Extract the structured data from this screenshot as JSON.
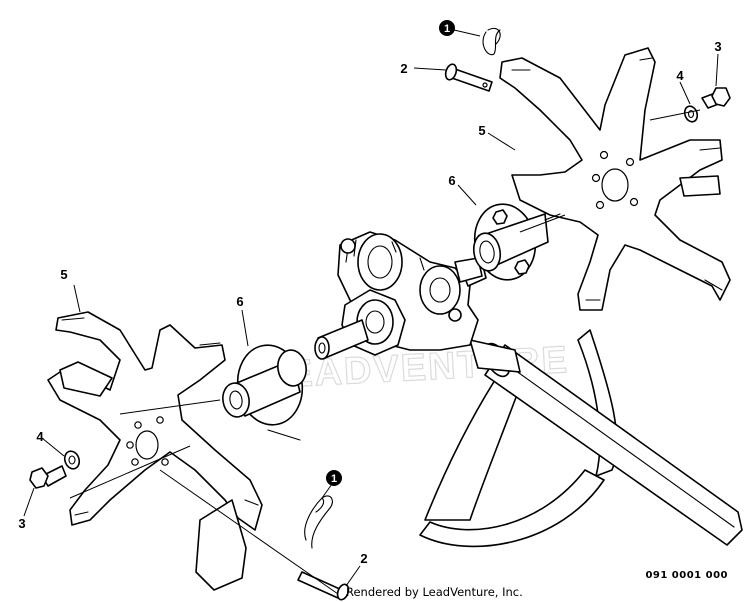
{
  "diagram": {
    "callouts": {
      "pin_top": "1",
      "pin_bottom": "1",
      "clevis_top": "2",
      "clevis_bottom": "2",
      "bolt_top": "3",
      "bolt_bottom": "3",
      "washer_top": "4",
      "washer_bottom": "4",
      "tine_top": "5",
      "tine_bottom": "5",
      "hub_top": "6",
      "hub_bottom": "6"
    },
    "watermark": "LEADVENTURE",
    "drawing_number": "091 0001 000",
    "credit": "Rendered by LeadVenture, Inc."
  }
}
